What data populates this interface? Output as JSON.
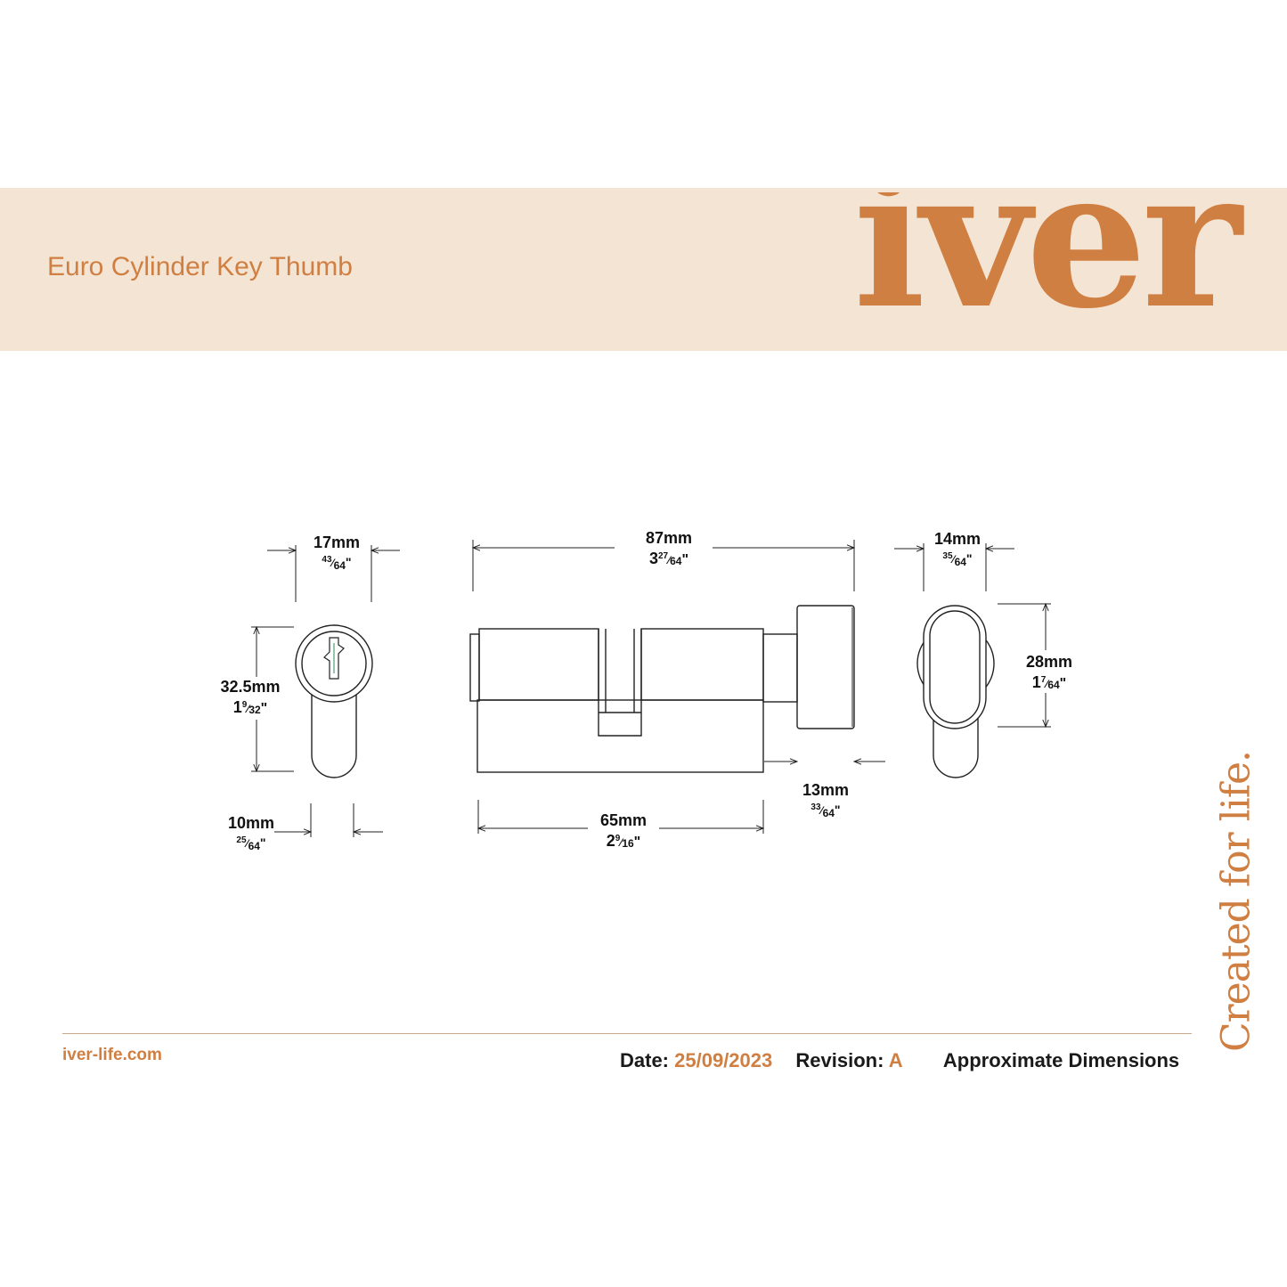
{
  "header": {
    "product_title": "Euro Cylinder Key Thumb",
    "logo_text": "iver"
  },
  "tagline": "Created for life.",
  "dimensions": {
    "front_width": {
      "metric": "17mm",
      "whole": "",
      "num": "43",
      "den": "64"
    },
    "front_height": {
      "metric": "32.5mm",
      "whole": "1",
      "num": "9",
      "den": "32"
    },
    "front_bottom_width": {
      "metric": "10mm",
      "whole": "",
      "num": "25",
      "den": "64"
    },
    "overall_length": {
      "metric": "87mm",
      "whole": "3",
      "num": "27",
      "den": "64"
    },
    "body_length": {
      "metric": "65mm",
      "whole": "2",
      "num": "9",
      "den": "16"
    },
    "thumbturn_offset": {
      "metric": "13mm",
      "whole": "",
      "num": "33",
      "den": "64"
    },
    "thumbturn_depth": {
      "metric": "14mm",
      "whole": "",
      "num": "35",
      "den": "64"
    },
    "thumbturn_height": {
      "metric": "28mm",
      "whole": "1",
      "num": "7",
      "den": "64"
    }
  },
  "footer": {
    "website": "iver-life.com",
    "date_label": "Date:",
    "date_value": "25/09/2023",
    "revision_label": "Revision:",
    "revision_value": "A",
    "note": "Approximate Dimensions"
  },
  "colors": {
    "accent": "#d07f42",
    "banner": "#f4e4d3",
    "line": "#222222"
  }
}
